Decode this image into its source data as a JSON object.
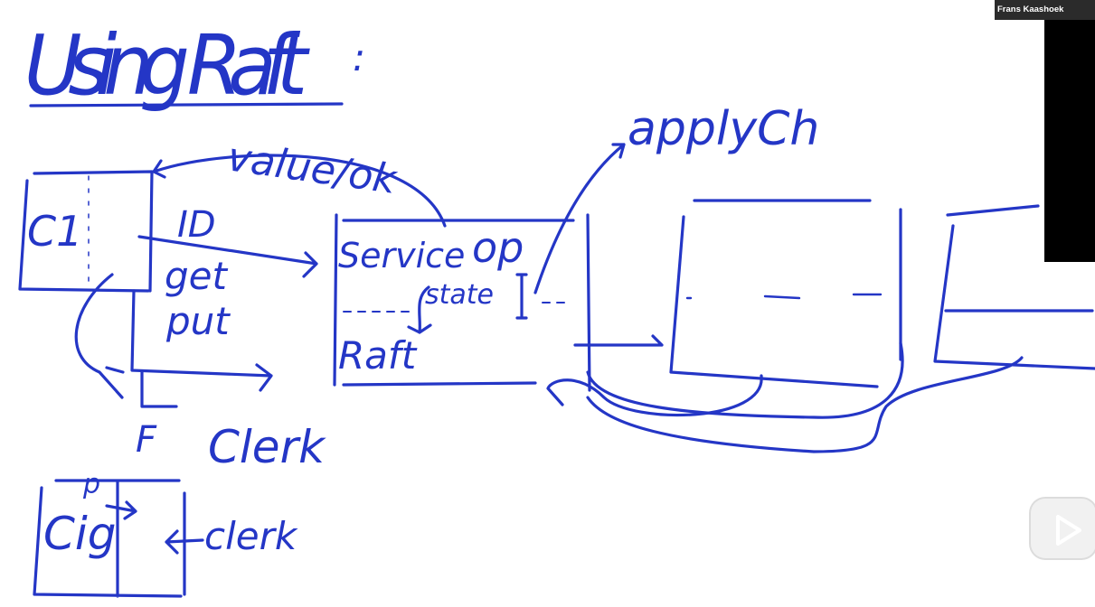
{
  "whiteboard": {
    "title": "Using Raft",
    "title_colon": ":",
    "ink_color": "#2436c6",
    "labels": {
      "client": "C1",
      "reply": "value/ok",
      "request_id": "ID",
      "request_get": "get",
      "request_put": "put",
      "service": "Service",
      "op": "op",
      "state": "state",
      "raft": "Raft",
      "apply_channel": "applyCh",
      "clerk": "Clerk",
      "client_box_label": "Cig",
      "clerk_arrow_label": "clerk",
      "f_label": "F",
      "p_label": "p"
    }
  },
  "video_tile": {
    "participant_name": "Frans Kaashoek",
    "icon": "person-video-icon"
  },
  "player": {
    "play_icon": "play-icon"
  }
}
